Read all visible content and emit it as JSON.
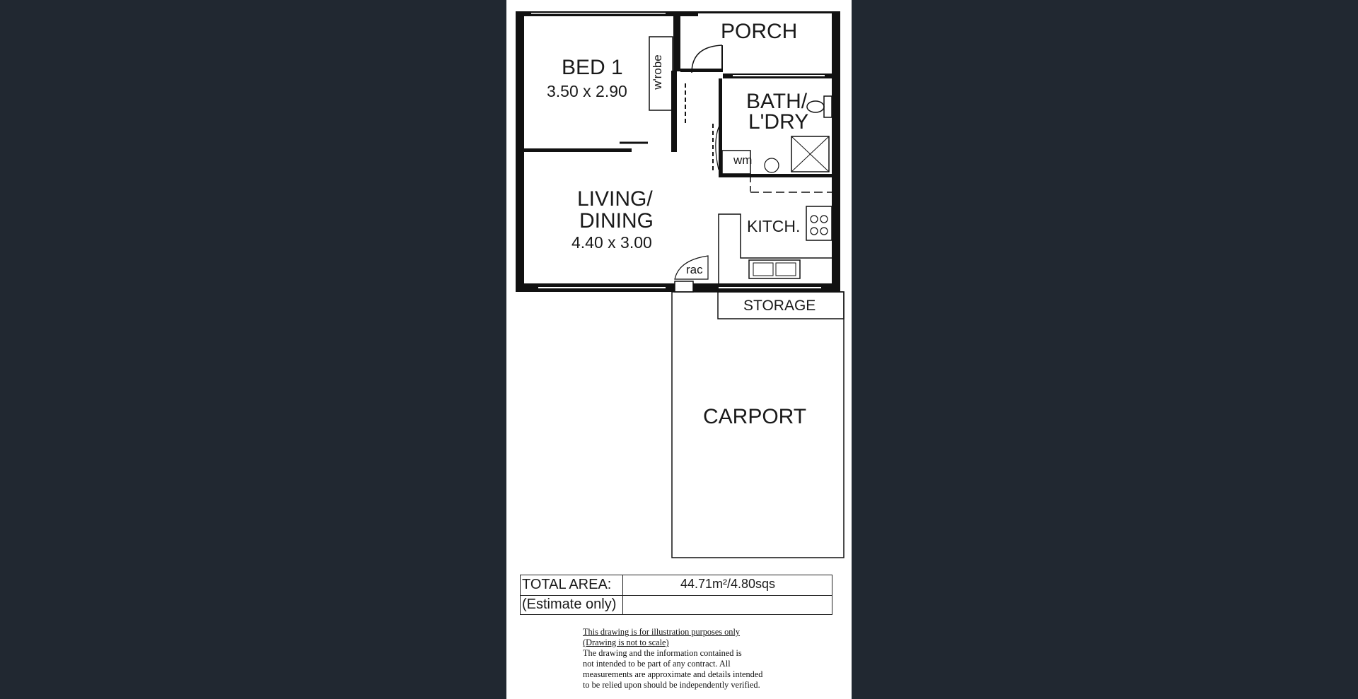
{
  "rooms": {
    "bed1": {
      "name": "BED 1",
      "dims": "3.50 x 2.90"
    },
    "wrobe": "w'robe",
    "porch": "PORCH",
    "bath_line1": "BATH/",
    "bath_line2": "L'DRY",
    "wm": "wm",
    "living_line1": "LIVING/",
    "living_line2": "DINING",
    "living_dims": "4.40 x 3.00",
    "kitch": "KITCH.",
    "rac": "rac",
    "storage": "STORAGE",
    "carport": "CARPORT"
  },
  "area": {
    "label": "TOTAL AREA:",
    "value": "44.71m²/4.80sqs",
    "note": "(Estimate only)"
  },
  "disclaimer": {
    "line1": "This drawing is for illustration purposes only",
    "line2": "(Drawing is not to scale)",
    "body": [
      "The drawing and the information contained is",
      "not intended to be part of any contract.  All",
      "measurements are approximate and details intended",
      "to be relied upon should be independently verified."
    ]
  }
}
